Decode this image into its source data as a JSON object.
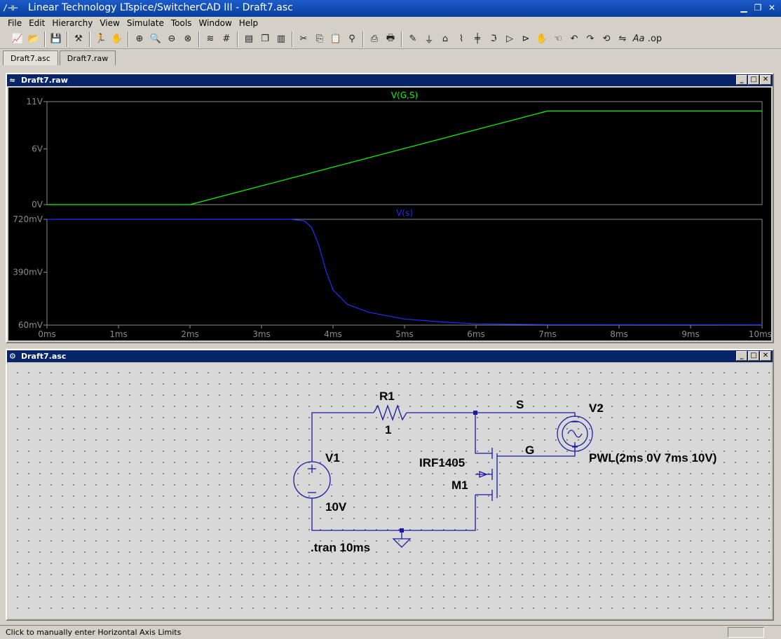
{
  "window": {
    "title": "Linear Technology LTspice/SwitcherCAD III - Draft7.asc",
    "icon_text": "/⊣⊢",
    "controls": [
      "minimize-icon",
      "restore-icon",
      "close-icon"
    ]
  },
  "menu": [
    "File",
    "Edit",
    "Hierarchy",
    "View",
    "Simulate",
    "Tools",
    "Window",
    "Help"
  ],
  "toolbar_icons": [
    "new-schematic-icon",
    "open-icon",
    "save-icon",
    "control-panel-icon",
    "run-icon",
    "halt-icon",
    "zoom-in-icon",
    "zoom-area-icon",
    "zoom-out-icon",
    "zoom-fit-icon",
    "autorange-icon",
    "grid-icon",
    "tile-horizontal-icon",
    "cascade-icon",
    "tile-vertical-icon",
    "cut-icon",
    "copy-icon",
    "paste-icon",
    "find-icon",
    "print-setup-icon",
    "print-icon",
    "wire-icon",
    "ground-icon",
    "label-icon",
    "resistor-icon",
    "capacitor-icon",
    "inductor-icon",
    "diode-icon",
    "component-icon",
    "move-icon",
    "drag-icon",
    "undo-icon",
    "redo-icon",
    "rotate-icon",
    "mirror-icon",
    "text-icon",
    "spice-directive-icon"
  ],
  "tabs": [
    "Draft7.asc",
    "Draft7.raw"
  ],
  "waveform_window": {
    "title": "Draft7.raw",
    "pane1": {
      "trace": "V(G,S)",
      "color": "#00ff00",
      "yticks": [
        "11V",
        "6V",
        "0V"
      ]
    },
    "pane2": {
      "trace": "V(s)",
      "color": "#2030ff",
      "yticks": [
        "720mV",
        "390mV",
        "60mV"
      ]
    },
    "xticks": [
      "0ms",
      "1ms",
      "2ms",
      "3ms",
      "4ms",
      "5ms",
      "6ms",
      "7ms",
      "8ms",
      "9ms",
      "10ms"
    ]
  },
  "chart_data": [
    {
      "type": "line",
      "series": [
        {
          "name": "V(G,S)",
          "x": [
            0,
            2,
            7,
            10
          ],
          "y": [
            0,
            0,
            10,
            10
          ]
        }
      ],
      "x_unit": "ms",
      "ylim": [
        0,
        11
      ],
      "xlim": [
        0,
        10
      ]
    },
    {
      "type": "line",
      "series": [
        {
          "name": "V(s)",
          "x": [
            0,
            3.4,
            3.6,
            3.7,
            3.8,
            3.9,
            4.0,
            4.2,
            4.5,
            5.0,
            5.5,
            6.0,
            7.0,
            10.0
          ],
          "y": [
            0.72,
            0.72,
            0.71,
            0.67,
            0.56,
            0.4,
            0.28,
            0.19,
            0.14,
            0.098,
            0.08,
            0.068,
            0.063,
            0.062
          ]
        }
      ],
      "x_unit": "ms",
      "ylim": [
        0.06,
        0.72
      ],
      "xlim": [
        0,
        10
      ]
    }
  ],
  "schematic_window": {
    "title": "Draft7.asc",
    "labels": {
      "r1_name": "R1",
      "r1_value": "1",
      "net_s": "S",
      "net_g": "G",
      "v1_name": "V1",
      "v1_value": "10V",
      "v2_name": "V2",
      "v2_value": "PWL(2ms 0V 7ms 10V)",
      "m1_model": "IRF1405",
      "m1_name": "M1",
      "directive": ".tran 10ms"
    }
  },
  "status": {
    "message": "Click to manually enter Horizontal Axis Limits"
  }
}
